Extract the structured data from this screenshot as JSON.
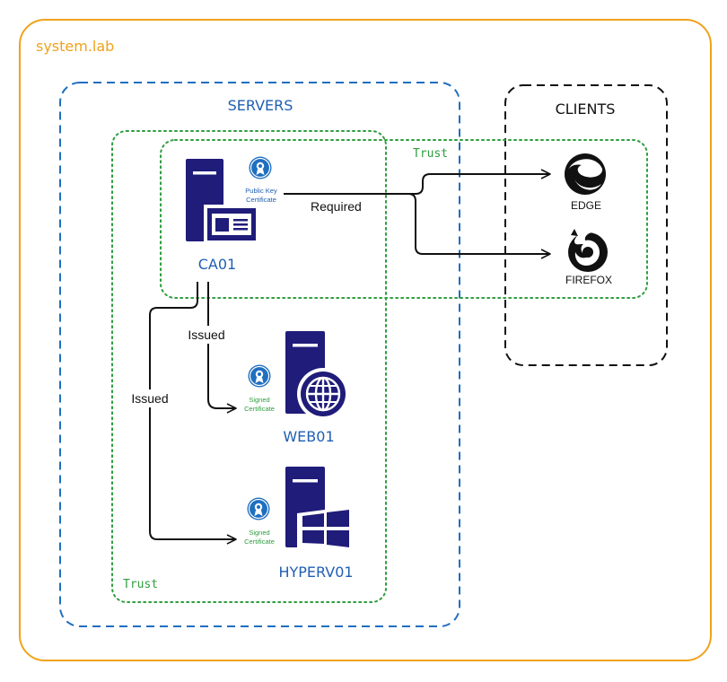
{
  "colors": {
    "domain": "#f0a21c",
    "servers": "#1f6fbf",
    "clients": "#111111",
    "trust": "#2e9e3e",
    "server_icon": "#1f1c7a",
    "badge": "#1f6fbf",
    "text_blue": "#1f5fb3",
    "text_green": "#2e9e3e",
    "arrow": "#111111"
  },
  "domain": {
    "label": "system.lab"
  },
  "groups": {
    "servers": {
      "label": "SERVERS"
    },
    "clients": {
      "label": "CLIENTS"
    }
  },
  "trust_zones": {
    "outer": {
      "label": "Trust"
    },
    "inner": {
      "label": "Trust"
    }
  },
  "nodes": {
    "ca01": {
      "label": "CA01",
      "icon": "certificate-server-icon",
      "cert_line1": "Public Key",
      "cert_line2": "Certificate"
    },
    "web01": {
      "label": "WEB01",
      "icon": "web-server-icon",
      "cert_line1": "Signed",
      "cert_line2": "Certificate"
    },
    "hyperv01": {
      "label": "HYPERV01",
      "icon": "windows-server-icon",
      "cert_line1": "Signed",
      "cert_line2": "Certificate"
    },
    "edge": {
      "label": "EDGE",
      "icon": "edge-browser-icon"
    },
    "firefox": {
      "label": "FIREFOX",
      "icon": "firefox-browser-icon"
    }
  },
  "edges": {
    "required": {
      "label": "Required"
    },
    "issued_web": {
      "label": "Issued"
    },
    "issued_hyperv": {
      "label": "Issued"
    }
  }
}
